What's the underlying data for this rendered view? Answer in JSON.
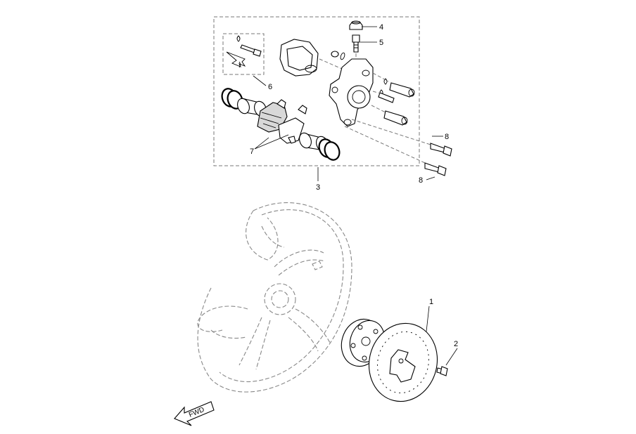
{
  "callouts": {
    "c1": "1",
    "c2": "2",
    "c3": "3",
    "c4": "4",
    "c5": "5",
    "c6": "6",
    "c7": "7",
    "c8a": "8",
    "c8b": "8"
  },
  "arrow_label": "FWD"
}
